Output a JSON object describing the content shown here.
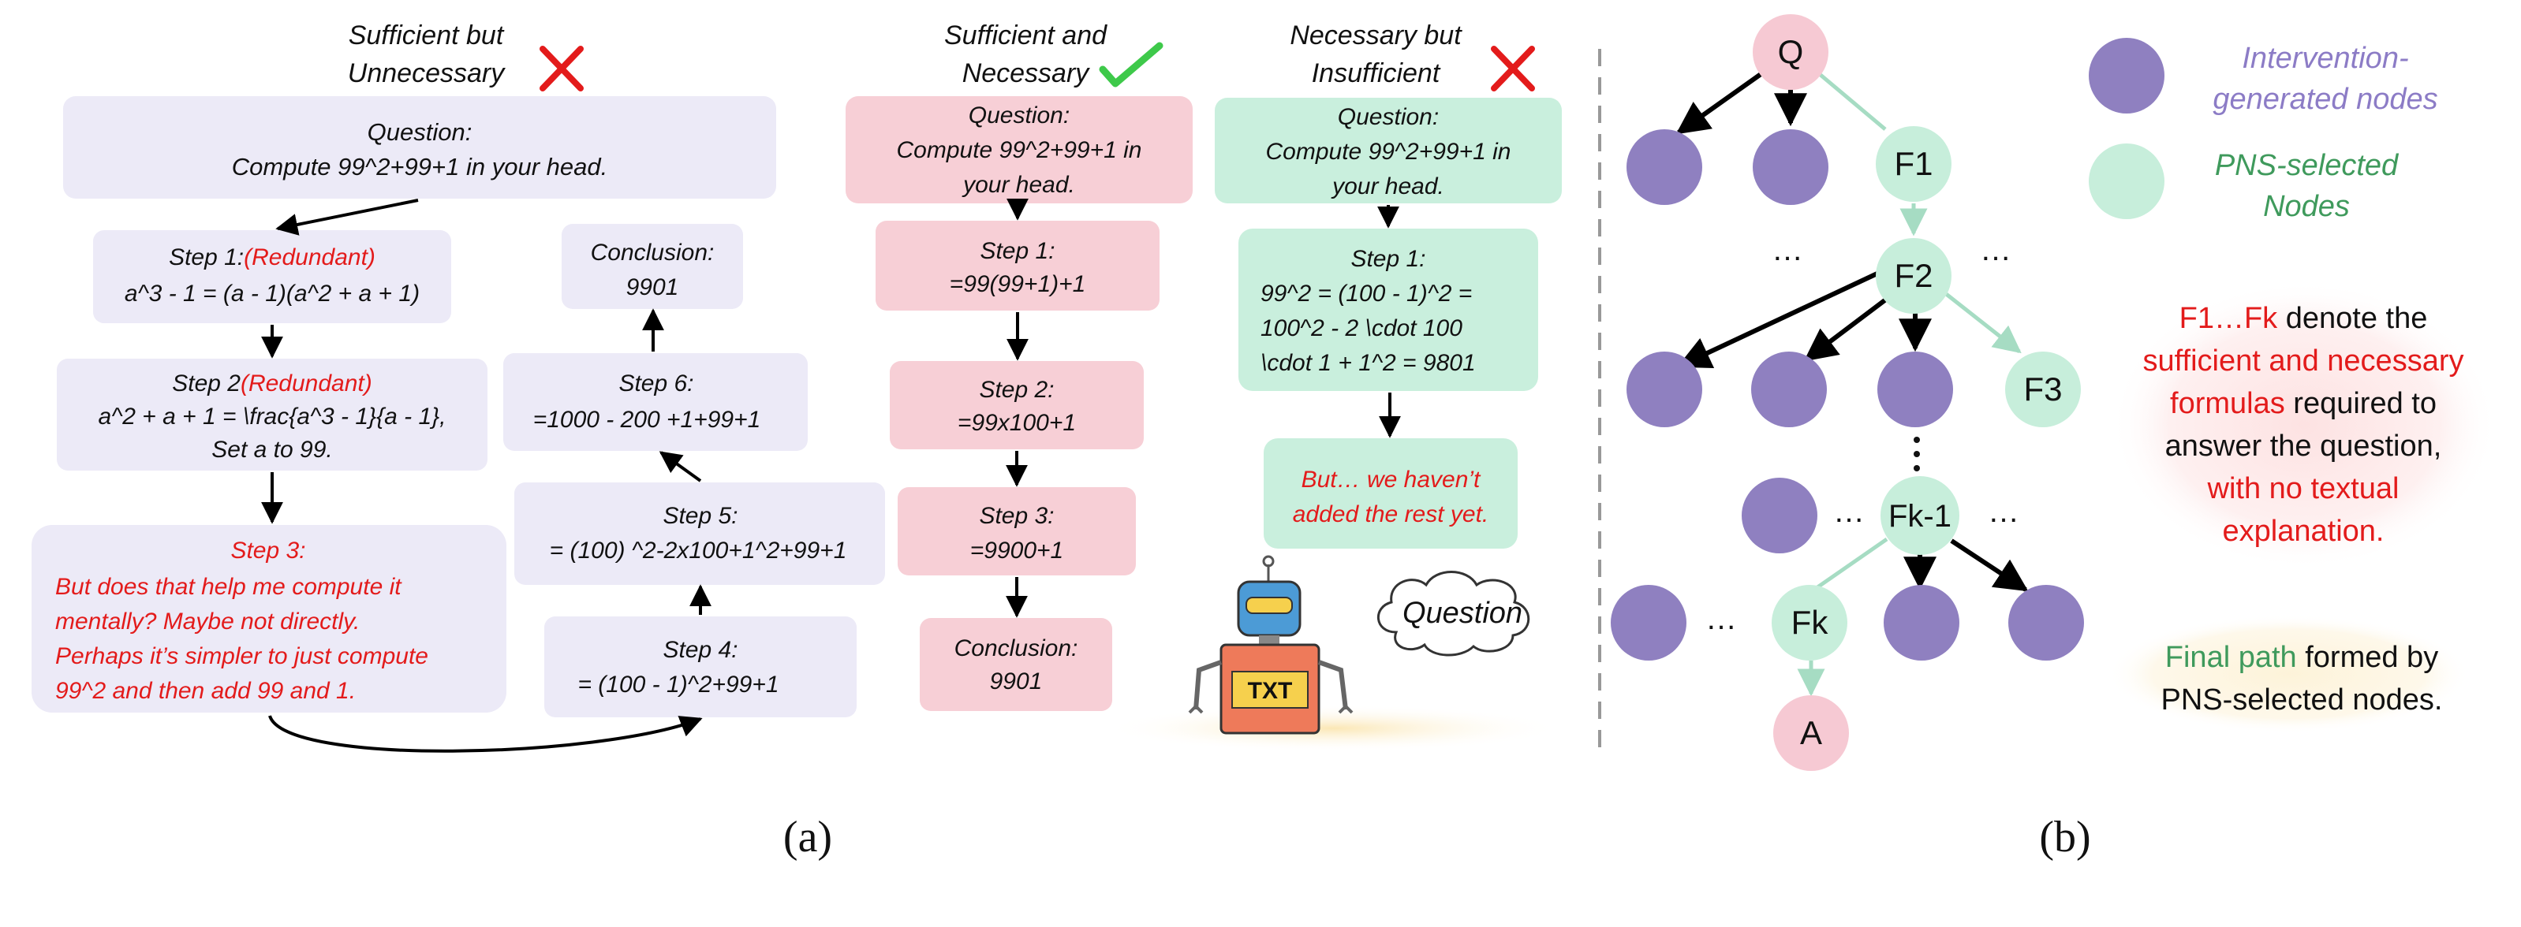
{
  "panel_a": {
    "label": "(a)",
    "col1": {
      "title_line1": "Sufficient but",
      "title_line2": "Unnecessary",
      "question_label": "Question:",
      "question_text": "Compute 99^2+99+1 in your head.",
      "step1_label": "Step 1:",
      "step1_tag": "(Redundant)",
      "step1_text": "a^3 - 1 = (a - 1)(a^2 + a + 1)",
      "step2_label": "Step 2",
      "step2_tag": "(Redundant)",
      "step2_line1": "a^2 + a + 1 = \\frac{a^3 - 1}{a - 1},",
      "step2_line2": "Set a to 99.",
      "step3_label": "Step 3:",
      "step3_lines": [
        "But does that help me compute it",
        "mentally?  Maybe not directly.",
        "Perhaps it’s simpler to just compute",
        "99^2 and then add 99 and 1."
      ],
      "step4_label": "Step 4:",
      "step4_text": "= (100 - 1)^2+99+1",
      "step5_label": "Step 5:",
      "step5_text": "= (100) ^2-2x100+1^2+99+1",
      "step6_label": "Step 6:",
      "step6_text": "=1000 - 200 +1+99+1",
      "conclusion_label": "Conclusion:",
      "conclusion_value": "9901"
    },
    "col2": {
      "title_line1": "Sufficient and",
      "title_line2": "Necessary",
      "question_label": "Question:",
      "question_line1": "Compute 99^2+99+1 in",
      "question_line2": "your head.",
      "step1_label": "Step 1:",
      "step1_text": "=99(99+1)+1",
      "step2_label": "Step 2:",
      "step2_text": "=99x100+1",
      "step3_label": "Step 3:",
      "step3_text": "=9900+1",
      "conclusion_label": "Conclusion:",
      "conclusion_value": "9901"
    },
    "col3": {
      "title_line1": "Necessary but",
      "title_line2": "Insufficient",
      "question_label": "Question:",
      "question_line1": "Compute 99^2+99+1 in",
      "question_line2": "your head.",
      "step1_label": "Step 1:",
      "step1_lines": [
        "99^2 = (100 - 1)^2 =",
        "100^2 - 2 \\cdot 100",
        "\\cdot 1 + 1^2 = 9801"
      ],
      "note_line1": "But… we haven’t",
      "note_line2": "added the rest yet.",
      "robot_screen": "TXT",
      "cloud_text": "Question"
    }
  },
  "panel_b": {
    "label": "(b)",
    "nodes": {
      "q": "Q",
      "f1": "F1",
      "f2": "F2",
      "f3": "F3",
      "fk1": "Fk-1",
      "fk": "Fk",
      "a": "A"
    },
    "ellipsis": "…",
    "legend": {
      "intervention_line1": "Intervention-",
      "intervention_line2": "generated nodes",
      "pns_line1": "PNS-selected",
      "pns_line2": "Nodes"
    },
    "note": {
      "l1_red": "F1…Fk",
      "l1_black": " denote the",
      "l2_red": "sufficient and necessary",
      "l3_red": "formulas",
      "l3_black": " required to",
      "l4_black": "answer the question,",
      "l5_red": "with no textual",
      "l6_red": "explanation."
    },
    "final": {
      "l1_green": "Final path",
      "l1_black": " formed by",
      "l2_black": "PNS-selected nodes."
    }
  },
  "colors": {
    "lavender_box": "#eceaf7",
    "pink_box": "#f7cfd6",
    "mint_box": "#c9efdd",
    "purple_node": "#8f80c0",
    "mint_node": "#c7eedb",
    "pink_node": "#f6c9d3",
    "red_text": "#e31b1b",
    "green_text": "#3f9a5c",
    "purple_text": "#8c7cc6",
    "green_check": "#3ec94a",
    "mint_edge": "#a6dcc3"
  }
}
